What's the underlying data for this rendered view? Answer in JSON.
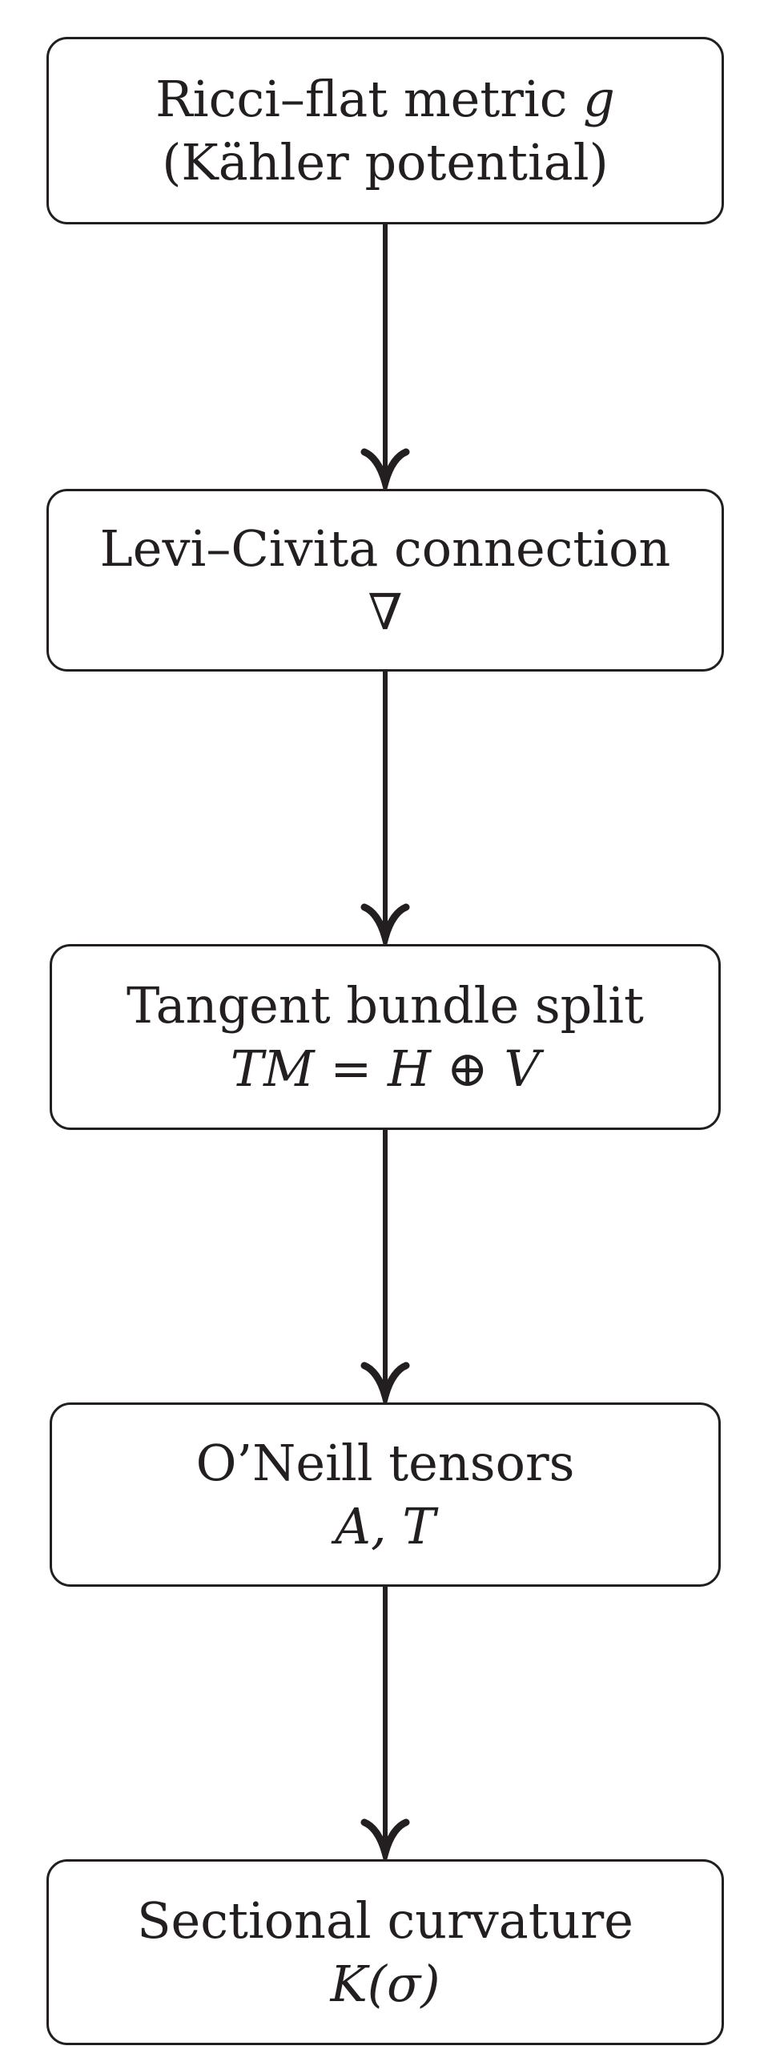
{
  "diagram": {
    "title": "Ricci-flat metric to sectional curvature flowchart",
    "orientation": "top-to-bottom",
    "stroke_color": "#231f20",
    "fill_color": "#ffffff",
    "nodes": [
      {
        "id": "ricci-flat-metric",
        "line1_pre": "Ricci–flat metric ",
        "line1_math": "g",
        "line1_post": "",
        "line2": "(Kähler potential)"
      },
      {
        "id": "levi-civita-connection",
        "line1_pre": "Levi–Civita connection",
        "line1_math": "",
        "line1_post": "",
        "line2": "∇"
      },
      {
        "id": "tangent-bundle-split",
        "line1_pre": "Tangent bundle split",
        "line1_math": "",
        "line1_post": "",
        "line2": "TM = H ⊕ V"
      },
      {
        "id": "oneill-tensors",
        "line1_pre": "O’Neill tensors",
        "line1_math": "",
        "line1_post": "",
        "line2": "A,  T"
      },
      {
        "id": "sectional-curvature",
        "line1_pre": "Sectional curvature",
        "line1_math": "",
        "line1_post": "",
        "line2": "K(σ)"
      }
    ],
    "edges": [
      {
        "id": "edge-1",
        "from": "ricci-flat-metric",
        "to": "levi-civita-connection",
        "arrowhead": "hooked"
      },
      {
        "id": "edge-2",
        "from": "levi-civita-connection",
        "to": "tangent-bundle-split",
        "arrowhead": "hooked"
      },
      {
        "id": "edge-3",
        "from": "tangent-bundle-split",
        "to": "oneill-tensors",
        "arrowhead": "hooked"
      },
      {
        "id": "edge-4",
        "from": "oneill-tensors",
        "to": "sectional-curvature",
        "arrowhead": "hooked"
      }
    ]
  }
}
